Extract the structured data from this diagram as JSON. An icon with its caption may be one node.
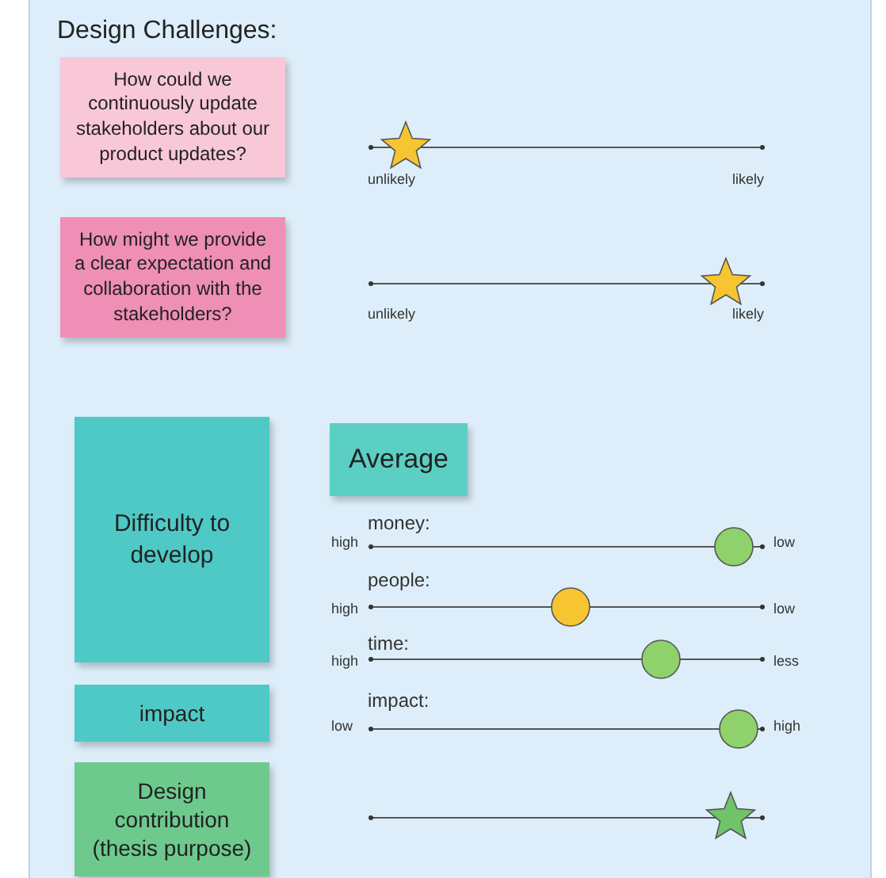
{
  "diagram": {
    "title": "Design Challenges:",
    "nodes": [
      {
        "text": [
          "How could we continuously update stakeholders about our product updates?"
        ]
      },
      {
        "text": [
          "How might we provide a clear expectation and collaboration with the stakeholders?"
        ]
      },
      {
        "text": [
          "Average"
        ]
      },
      {
        "text": [
          "Difficulty to develop"
        ]
      },
      {
        "text": [
          "impact"
        ]
      },
      {
        "text": [
          "Design contribution (thesis purpose)"
        ]
      }
    ],
    "labels": [
      "unlikely",
      "likely",
      "unlikely",
      "likely",
      "money:",
      "high",
      "low",
      "people:",
      "high",
      "low",
      "time:",
      "high",
      "less",
      "impact:",
      "low",
      "high"
    ]
  }
}
